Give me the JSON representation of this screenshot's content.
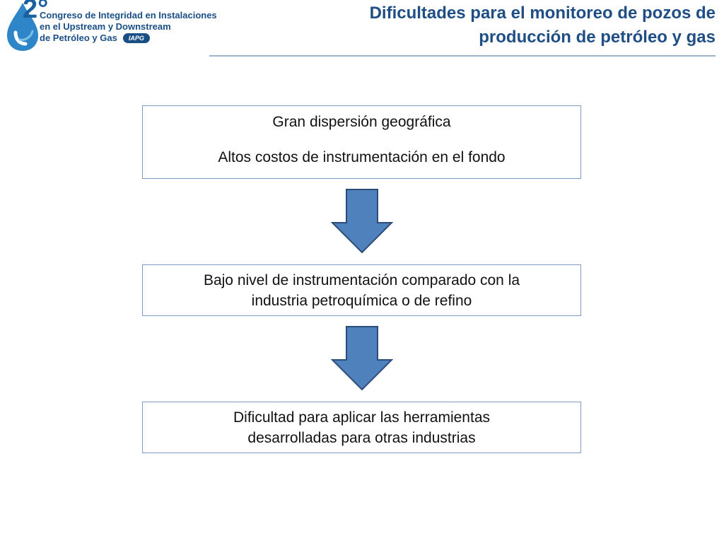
{
  "header": {
    "logo": {
      "number": "2°",
      "line1": "Congreso de Integridad en Instalaciones",
      "line2": "en el Upstream y Downstream",
      "line3": "de Petróleo y Gas",
      "badge": "IAPG"
    },
    "title_line1": "Dificultades para el monitoreo de pozos de",
    "title_line2": "producción de petróleo y gas"
  },
  "flow": {
    "box1": {
      "line1": "Gran dispersión geográfica",
      "line2": "Altos costos de instrumentación en el fondo"
    },
    "box2": {
      "line1": "Bajo nivel de instrumentación comparado con la",
      "line2": "industria petroquímica o de refino"
    },
    "box3": {
      "line1": "Dificultad para aplicar las herramientas",
      "line2": "desarrolladas para otras industrias"
    }
  },
  "colors": {
    "title": "#1f4e85",
    "box_border": "#7f9bbf",
    "arrow_fill": "#4f81bd",
    "arrow_stroke": "#2c4d7a"
  }
}
